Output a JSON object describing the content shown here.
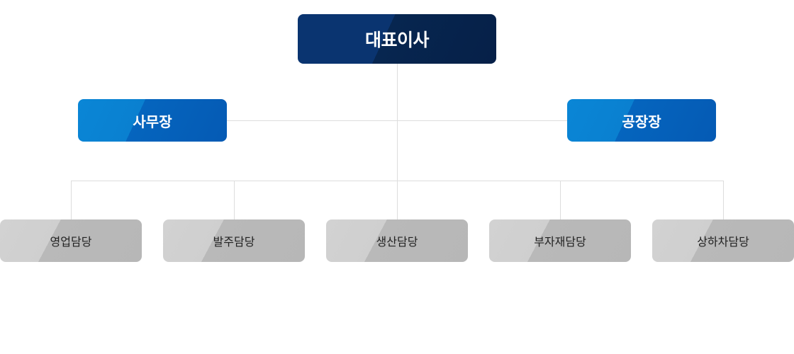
{
  "org_chart": {
    "ceo": "대표이사",
    "managers": [
      {
        "label": "사무장"
      },
      {
        "label": "공장장"
      }
    ],
    "teams": [
      {
        "label": "영업담당"
      },
      {
        "label": "발주담당"
      },
      {
        "label": "생산담당"
      },
      {
        "label": "부자재담당"
      },
      {
        "label": "상하차담당"
      }
    ],
    "colors": {
      "ceo_box": "#0a3470",
      "manager_box": "#0a80d0",
      "team_box": "#cfcfcf",
      "connector_line": "#dddddd"
    }
  }
}
